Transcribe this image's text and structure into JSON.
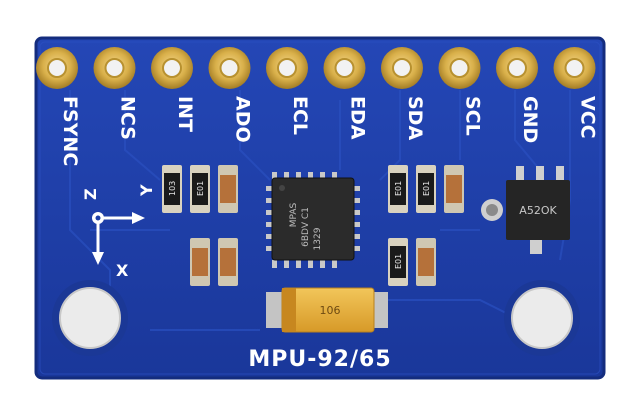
{
  "board": {
    "name": "MPU-92/65",
    "pins": [
      "FSYNC",
      "NCS",
      "INT",
      "ADO",
      "ECL",
      "EDA",
      "SDA",
      "SCL",
      "GND",
      "VCC"
    ]
  },
  "axes": {
    "z": "Z",
    "y": "Y",
    "x": "X"
  },
  "chip": {
    "line1": "MPAS",
    "line2": "6BDV C1",
    "line3": "1329"
  },
  "regulator": {
    "marking": "A52OK"
  },
  "resistors": {
    "marking": "103",
    "marking2": "E01"
  },
  "capacitor": {
    "marking": "106"
  },
  "colors": {
    "pcb": "#1e3fa8",
    "pcb_edge": "#173289",
    "gold": "#d9b04a",
    "silkscreen": "#ffffff",
    "chip": "#2b2b2b",
    "tantalum": "#e8b038"
  }
}
